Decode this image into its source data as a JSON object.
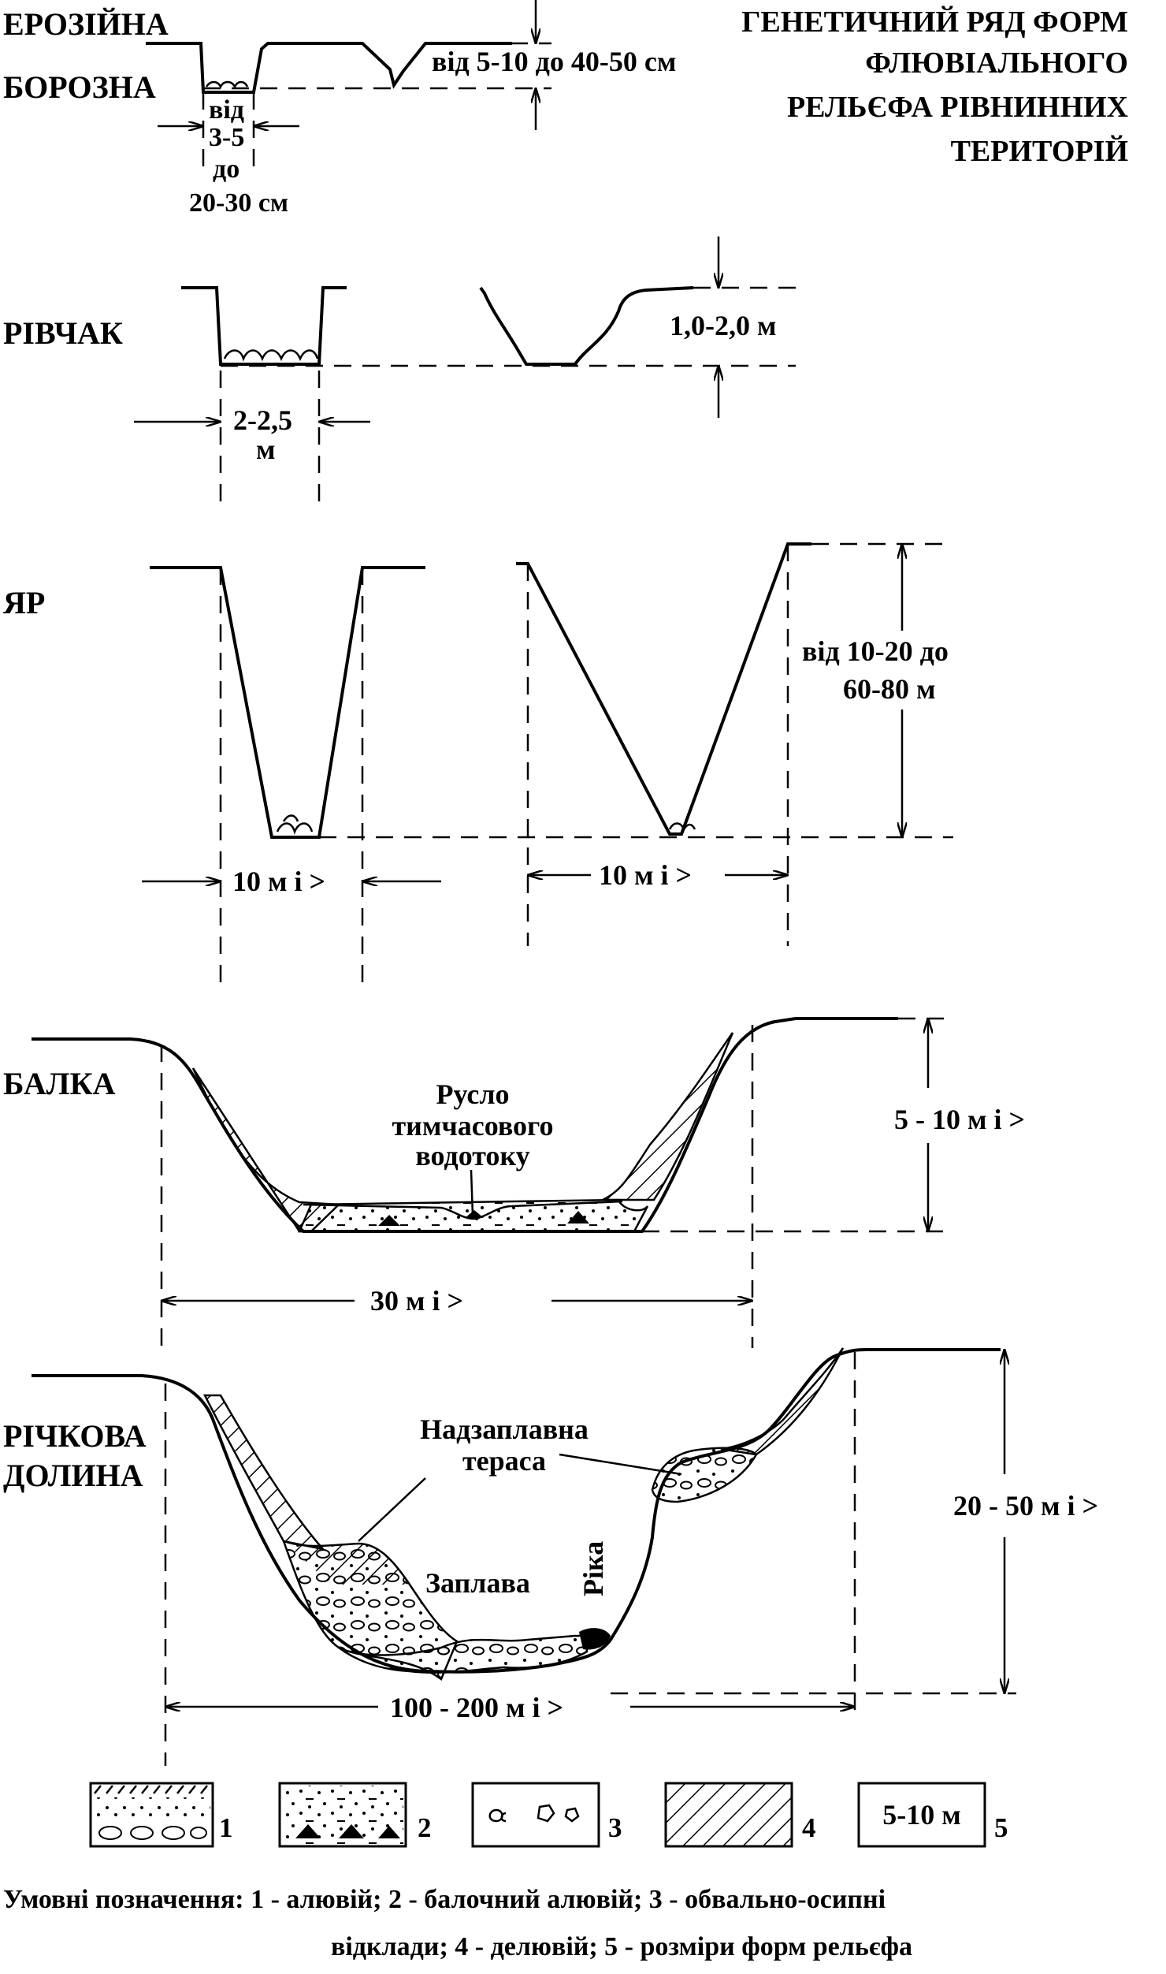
{
  "title": {
    "line1": "ГЕНЕТИЧНИЙ РЯД ФОРМ",
    "line2": "ФЛЮВІАЛЬНОГО",
    "line3": "РЕЛЬЄФА РІВНИННИХ",
    "line4": "ТЕРИТОРІЙ"
  },
  "forms": {
    "erosion_furrow": {
      "name_line1": "ЕРОЗІЙНА",
      "name_line2": "БОРОЗНА",
      "depth": "від 5-10 до 40-50 см",
      "width_line1": "від",
      "width_line2": "3-5",
      "width_line3": "до",
      "width_line4": "20-30 см"
    },
    "rill": {
      "name": "РІВЧАК",
      "depth": "1,0-2,0 м",
      "width_line1": "2-2,5",
      "width_line2": "м"
    },
    "ravine": {
      "name": "ЯР",
      "depth_line1": "від 10-20 до",
      "depth_line2": "60-80 м",
      "width_left": "10 м і >",
      "width_right": "10 м і >"
    },
    "gully": {
      "name": "БАЛКА",
      "channel_line1": "Русло",
      "channel_line2": "тимчасового",
      "channel_line3": "водотоку",
      "depth": "5 - 10 м і >",
      "width": "30 м і >"
    },
    "river_valley": {
      "name_line1": "РІЧКОВА",
      "name_line2": "ДОЛИНА",
      "terrace_line1": "Надзаплавна",
      "terrace_line2": "тераса",
      "floodplain": "Заплава",
      "river": "Ріка",
      "depth": "20 - 50 м і >",
      "width": "100 - 200 м і >"
    }
  },
  "legend": {
    "items": [
      {
        "number": "1",
        "label": "1 - алювій"
      },
      {
        "number": "2",
        "label": "2 - балочний алювій"
      },
      {
        "number": "3",
        "label": "3 - обвально-осипні відклади"
      },
      {
        "number": "4",
        "label": "4 - делювій"
      },
      {
        "number": "5",
        "label": "5 - розміри форм рельєфа",
        "box_text": "5-10 м"
      }
    ],
    "caption_line1": "Умовні позначення: 1 - алювій; 2 - балочний алювій; 3 - обвально-осипні",
    "caption_line2": "відклади; 4 - делювій; 5 - розміри форм рельєфа"
  },
  "colors": {
    "ink": "#000000",
    "paper": "#ffffff"
  }
}
